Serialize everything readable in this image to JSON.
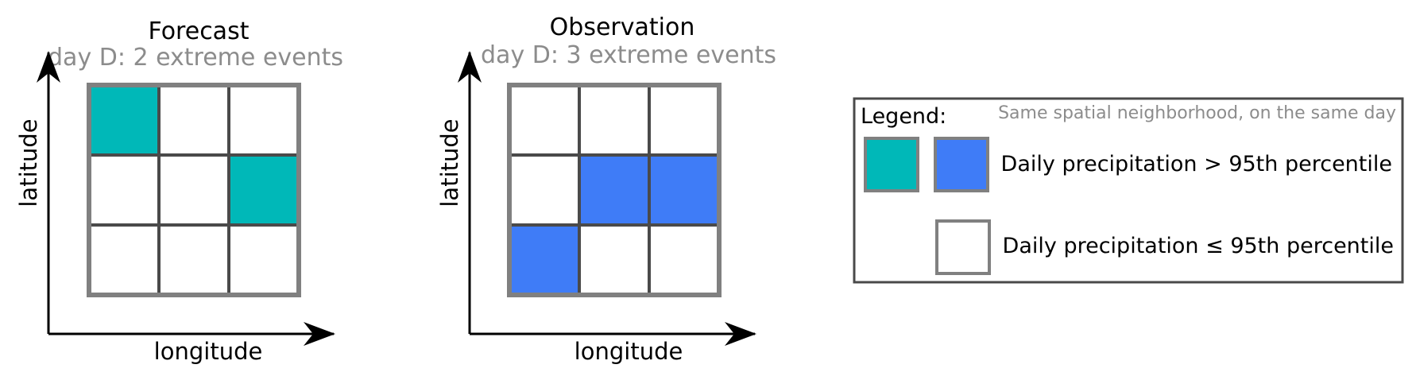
{
  "colors": {
    "forecast_extreme": "#00b8b8",
    "observation_extreme": "#3f7cf7",
    "cell_border": "#4a4a4a",
    "outer_border": "#808080",
    "empty_cell": "#ffffff",
    "subtitle_text": "#8c8c8c",
    "axis": "#000000"
  },
  "panels": [
    {
      "title": "Forecast",
      "subtitle": "day D: 2 extreme events",
      "x_axis_label": "longitude",
      "y_axis_label": "latitude",
      "grid": [
        [
          1,
          0,
          0
        ],
        [
          0,
          0,
          1
        ],
        [
          0,
          0,
          0
        ]
      ],
      "extreme_color_key": "forecast_extreme"
    },
    {
      "title": "Observation",
      "subtitle": "day D: 3 extreme events",
      "x_axis_label": "longitude",
      "y_axis_label": "latitude",
      "grid": [
        [
          0,
          0,
          0
        ],
        [
          0,
          1,
          1
        ],
        [
          1,
          0,
          0
        ]
      ],
      "extreme_color_key": "observation_extreme"
    }
  ],
  "legend": {
    "title": "Legend:",
    "note": "Same spatial neighborhood, on the same day",
    "above_label": "Daily precipitation > 95th percentile",
    "below_label": "Daily precipitation ≤ 95th percentile"
  }
}
